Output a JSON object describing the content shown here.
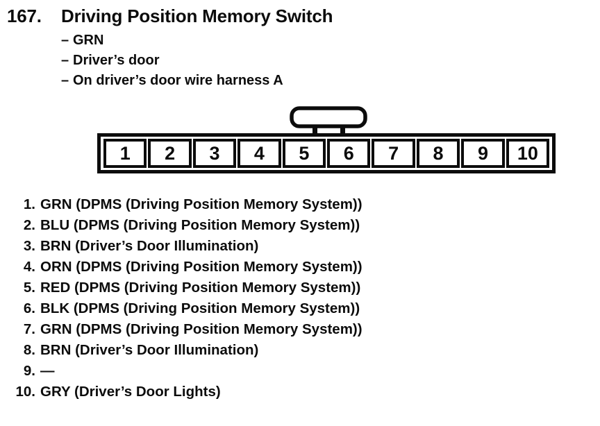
{
  "header": {
    "number": "167.",
    "title": "Driving Position Memory Switch"
  },
  "attributes": {
    "dash": "–",
    "items": [
      "GRN",
      "Driver’s door",
      "On driver’s door wire harness A"
    ]
  },
  "connector": {
    "cavity_count": 10,
    "pins": [
      "1",
      "2",
      "3",
      "4",
      "5",
      "6",
      "7",
      "8",
      "9",
      "10"
    ]
  },
  "pin_list": {
    "items": [
      {
        "num": "1.",
        "desc": "GRN (DPMS (Driving Position Memory System))"
      },
      {
        "num": "2.",
        "desc": "BLU (DPMS (Driving Position Memory System))"
      },
      {
        "num": "3.",
        "desc": "BRN (Driver’s Door Illumination)"
      },
      {
        "num": "4.",
        "desc": "ORN (DPMS (Driving Position Memory System))"
      },
      {
        "num": "5.",
        "desc": "RED (DPMS (Driving Position Memory System))"
      },
      {
        "num": "6.",
        "desc": "BLK (DPMS (Driving Position Memory System))"
      },
      {
        "num": "7.",
        "desc": "GRN (DPMS (Driving Position Memory System))"
      },
      {
        "num": "8.",
        "desc": "BRN (Driver’s Door Illumination)"
      },
      {
        "num": "9.",
        "desc": "—"
      },
      {
        "num": "10.",
        "desc": "GRY (Driver’s Door Lights)"
      }
    ]
  },
  "colors": {
    "ink": "#0c0c0c",
    "paper": "#ffffff"
  }
}
